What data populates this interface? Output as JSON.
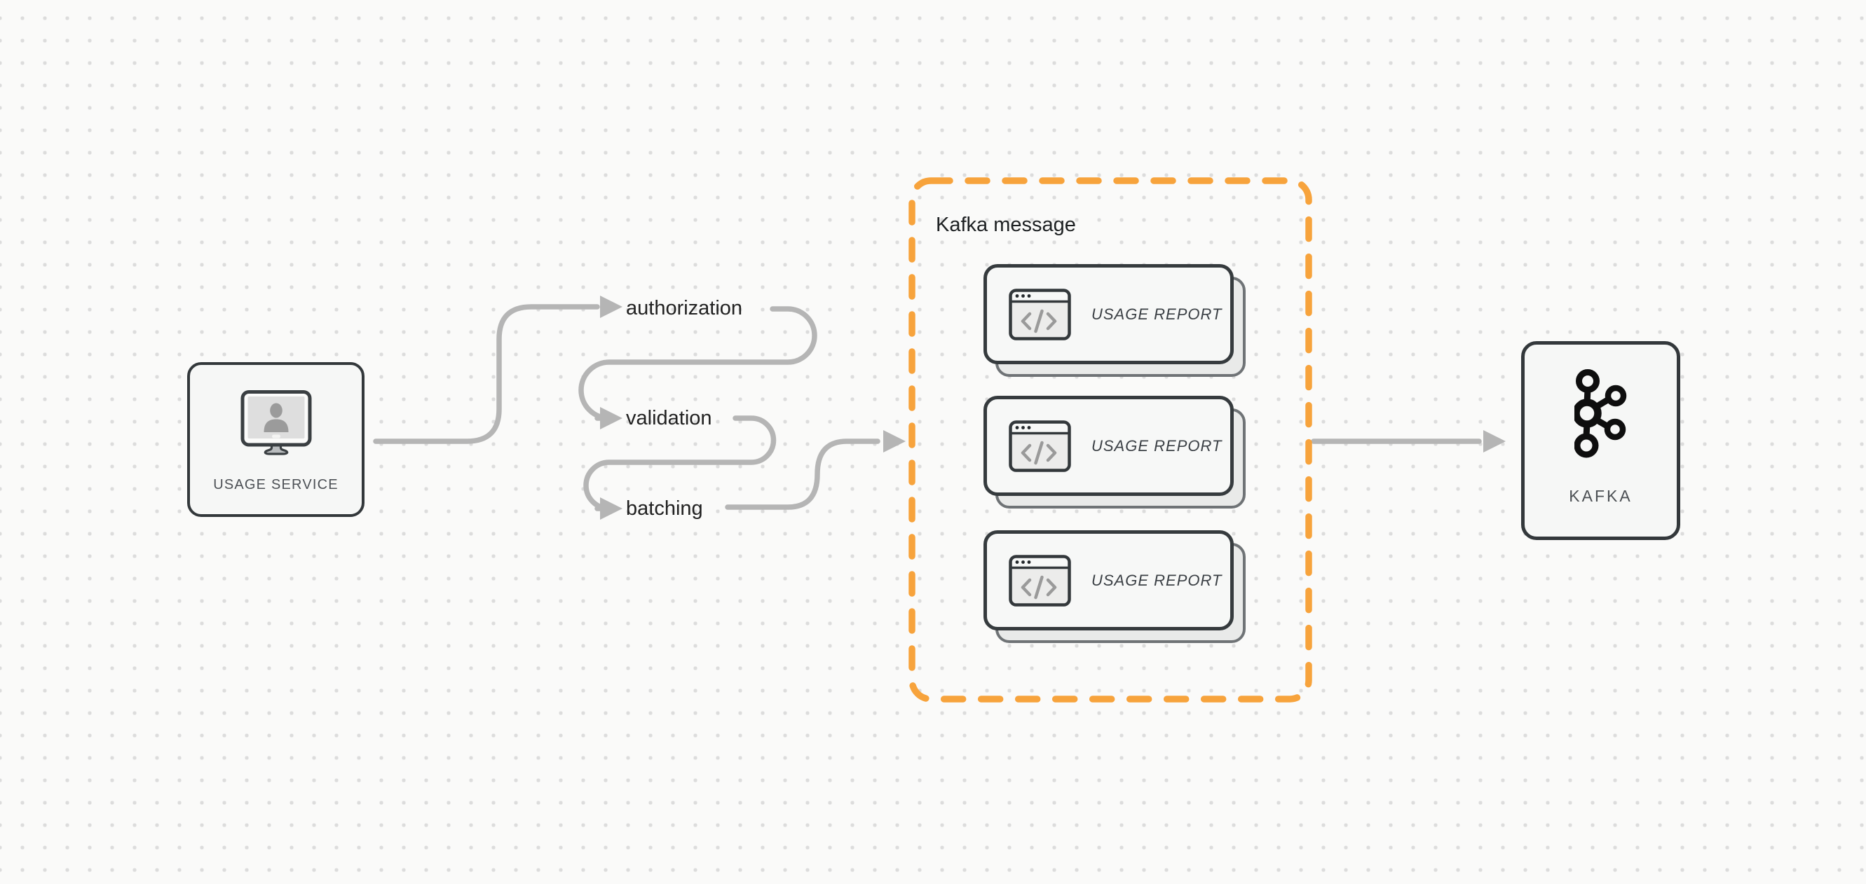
{
  "canvas": {
    "background": "#fafaf9",
    "dot_color": "#dcdcdc"
  },
  "nodes": {
    "usage_service": {
      "label": "USAGE SERVICE",
      "icon": "monitor-user-icon"
    },
    "kafka": {
      "label": "KAFKA",
      "icon": "kafka-logo-icon"
    }
  },
  "steps": [
    {
      "label": "authorization"
    },
    {
      "label": "validation"
    },
    {
      "label": "batching"
    }
  ],
  "group": {
    "title": "Kafka message",
    "cards": [
      {
        "label": "USAGE REPORT",
        "icon": "code-window-icon"
      },
      {
        "label": "USAGE REPORT",
        "icon": "code-window-icon"
      },
      {
        "label": "USAGE REPORT",
        "icon": "code-window-icon"
      }
    ]
  },
  "colors": {
    "connector": "#b5b5b5",
    "group_border": "#f7a33c",
    "node_border": "#33383b",
    "text_dark": "#212121"
  }
}
